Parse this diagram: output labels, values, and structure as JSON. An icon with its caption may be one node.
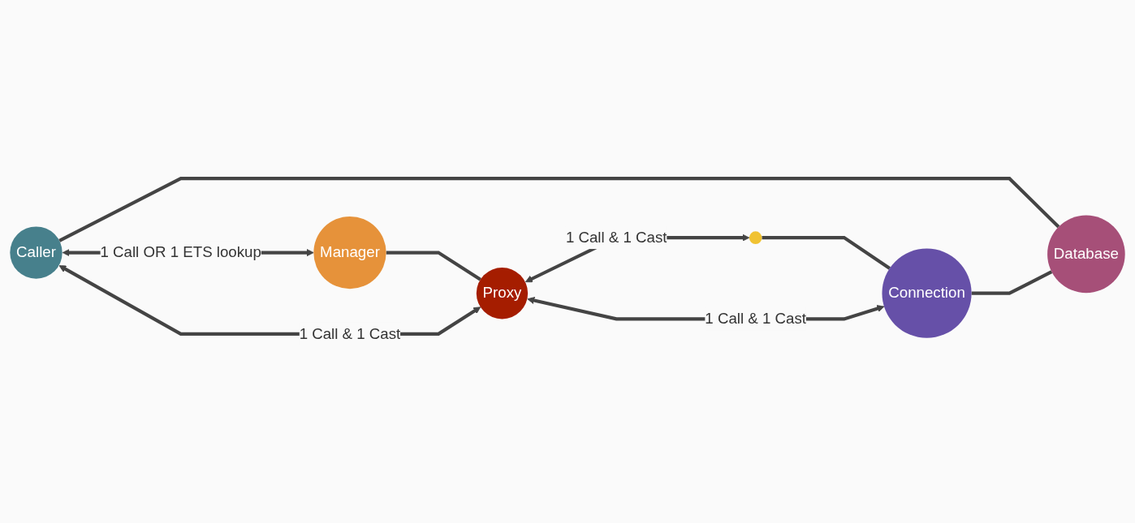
{
  "diagram": {
    "nodes": [
      {
        "text": [
          "Caller"
        ]
      },
      {
        "text": [
          "Manager"
        ]
      },
      {
        "text": [
          "Proxy"
        ]
      },
      {
        "text": [],
        "shape": "circle"
      },
      {
        "text": [
          "Connection"
        ]
      },
      {
        "text": [
          "Database"
        ]
      }
    ],
    "edges": [
      {
        "from": 0,
        "to": 1,
        "arrow": "both",
        "label": "1 Call OR 1 ETS lookup"
      },
      {
        "from": 1,
        "to": 2,
        "arrow": "none"
      },
      {
        "from": 0,
        "to": 2,
        "arrow": "both",
        "label": "1 Call & 1 Cast"
      },
      {
        "from": 2,
        "to": 3,
        "arrow": "both",
        "label": "1 Call & 1 Cast"
      },
      {
        "from": 3,
        "to": 4,
        "arrow": "none"
      },
      {
        "from": 2,
        "to": 4,
        "arrow": "both",
        "label": "1 Call & 1 Cast"
      },
      {
        "from": 0,
        "to": 5,
        "arrow": "none"
      },
      {
        "from": 4,
        "to": 5,
        "arrow": "none"
      }
    ]
  }
}
